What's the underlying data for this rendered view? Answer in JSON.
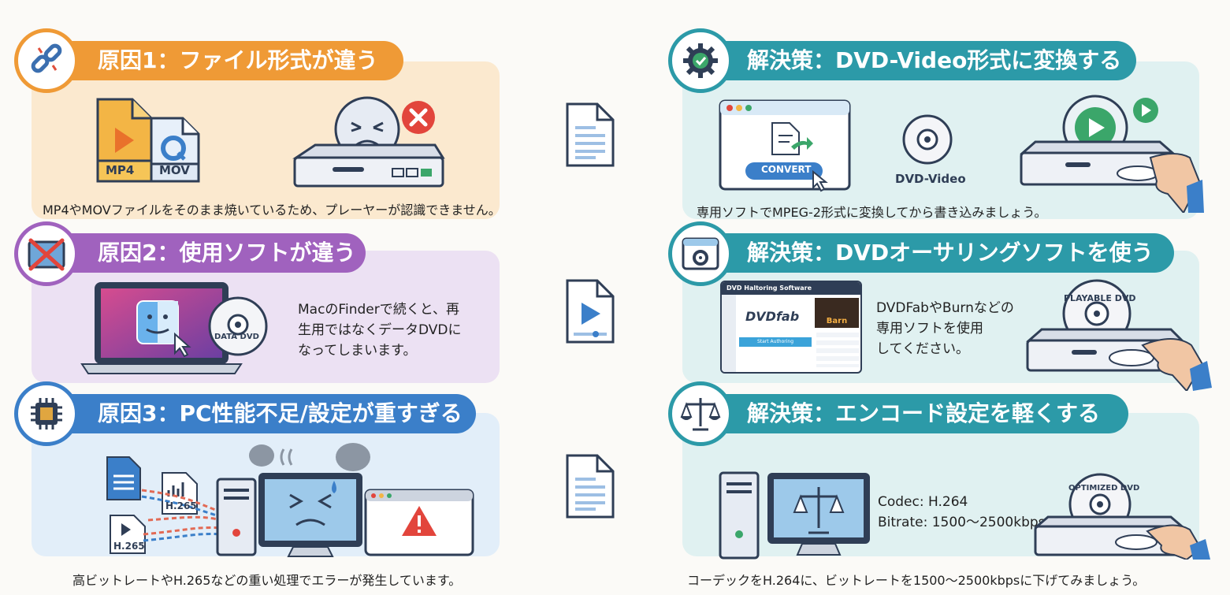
{
  "causes": [
    {
      "title": "原因1：ファイル形式が違う",
      "caption": "MP4やMOVファイルをそのまま焼いているため、プレーヤーが認識できません。",
      "file_labels": [
        "MP4",
        "MOV"
      ],
      "icon": "broken-link-icon",
      "color": "#ef9a36"
    },
    {
      "title": "原因2：使用ソフトが違う",
      "description_lines": [
        "MacのFinderで続くと、再",
        "生用ではなくデータDVDに",
        "なってしまいます。"
      ],
      "disc_label": "DATA DVD",
      "icon": "crossed-window-icon",
      "color": "#a062be"
    },
    {
      "title": "原因3：PC性能不足/設定が重すぎる",
      "caption": "高ビットレートやH.265などの重い処理でエラーが発生しています。",
      "file_labels": [
        "H.265",
        "H.265"
      ],
      "icon": "cpu-chip-icon",
      "color": "#3b7fc9"
    }
  ],
  "solutions": [
    {
      "title": "解決策：DVD-Video形式に変換する",
      "caption": "専用ソフトでMPEG-2形式に変換してから書き込みましょう。",
      "button_label": "CONVERT",
      "disc_label": "DVD-Video",
      "icon": "gear-check-icon",
      "color": "#2c9aa8"
    },
    {
      "title": "解決策：DVDオーサリングソフトを使う",
      "description_lines": [
        "DVDFabやBurnなどの",
        "専用ソフトを使用",
        "してください。"
      ],
      "app_title": "DVD Haltoring Software",
      "app_brand": "DVDfab",
      "app_tile": "Barn",
      "app_button": "Start Authoring",
      "disc_label": "PLAYABLE DVD",
      "icon": "settings-window-icon",
      "color": "#2c9aa8"
    },
    {
      "title": "解決策：エンコード設定を軽くする",
      "spec_lines": [
        "Codec: H.264",
        "Bitrate: 1500〜2500kbps"
      ],
      "caption": "コーデックをH.264に、ビットレートを1500〜2500kbpsに下げてみましょう。",
      "disc_label": "OPTIMIZED DVD",
      "icon": "balance-scale-icon",
      "color": "#2c9aa8"
    }
  ]
}
